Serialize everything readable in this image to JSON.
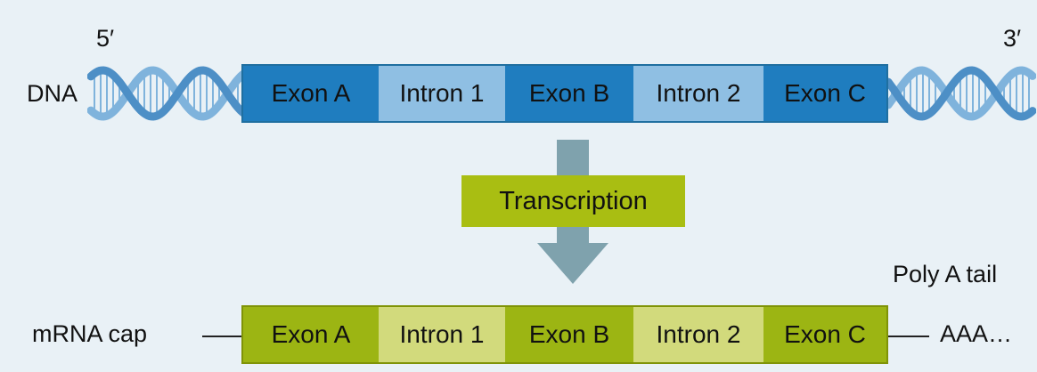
{
  "dna": {
    "label": "DNA",
    "five_prime": "5′",
    "three_prime": "3′",
    "segments": [
      {
        "label": "Exon A",
        "kind": "exon"
      },
      {
        "label": "Intron 1",
        "kind": "intron"
      },
      {
        "label": "Exon B",
        "kind": "exon"
      },
      {
        "label": "Intron 2",
        "kind": "intron"
      },
      {
        "label": "Exon C",
        "kind": "exon"
      }
    ]
  },
  "process": {
    "label": "Transcription"
  },
  "mrna": {
    "cap_label": "mRNA cap",
    "tail_caption": "Poly A tail",
    "tail_seq": "AAA…",
    "segments": [
      {
        "label": "Exon A",
        "kind": "exon"
      },
      {
        "label": "Intron 1",
        "kind": "intron"
      },
      {
        "label": "Exon B",
        "kind": "exon"
      },
      {
        "label": "Intron 2",
        "kind": "intron"
      },
      {
        "label": "Exon C",
        "kind": "exon"
      }
    ]
  },
  "colors": {
    "background": "#e9f1f6",
    "dna_exon": "#1f7dbf",
    "dna_intron": "#8fbfe3",
    "helix": "#7fb3dc",
    "mrna_exon": "#9cb513",
    "mrna_intron": "#d2da7c",
    "transcription_box": "#a9be12",
    "arrow": "#7fa2ad"
  }
}
